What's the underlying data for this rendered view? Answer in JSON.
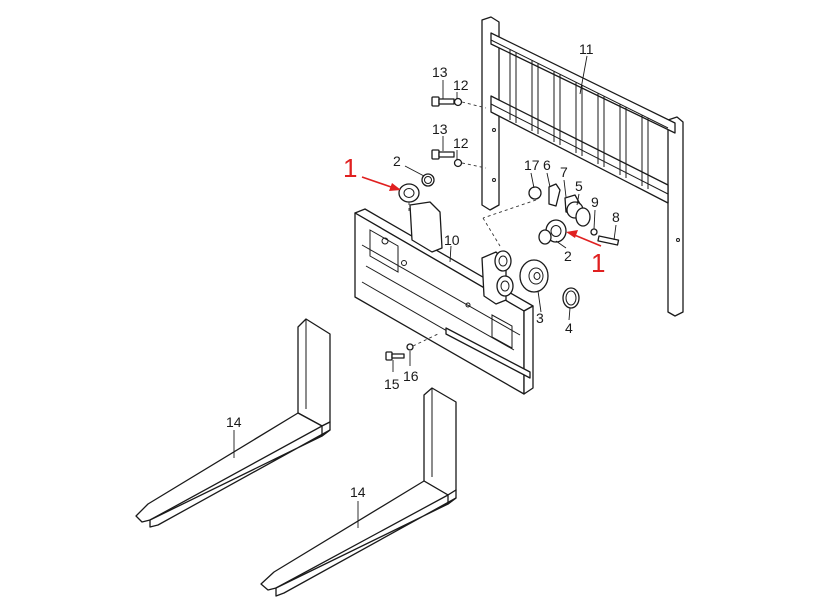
{
  "colors": {
    "line": "#1a1a1a",
    "callout": "#e02020",
    "background": "#ffffff"
  },
  "labels": {
    "n13a": "13",
    "n12a": "12",
    "n13b": "13",
    "n12b": "12",
    "n11": "11",
    "n2a": "2",
    "n17": "17",
    "n6": "6",
    "n7": "7",
    "n5": "5",
    "n9": "9",
    "n8": "8",
    "n10": "10",
    "n2b": "2",
    "n3": "3",
    "n4": "4",
    "n15": "15",
    "n16": "16",
    "n14a": "14",
    "n14b": "14"
  },
  "callouts": {
    "left": "1",
    "right": "1"
  }
}
